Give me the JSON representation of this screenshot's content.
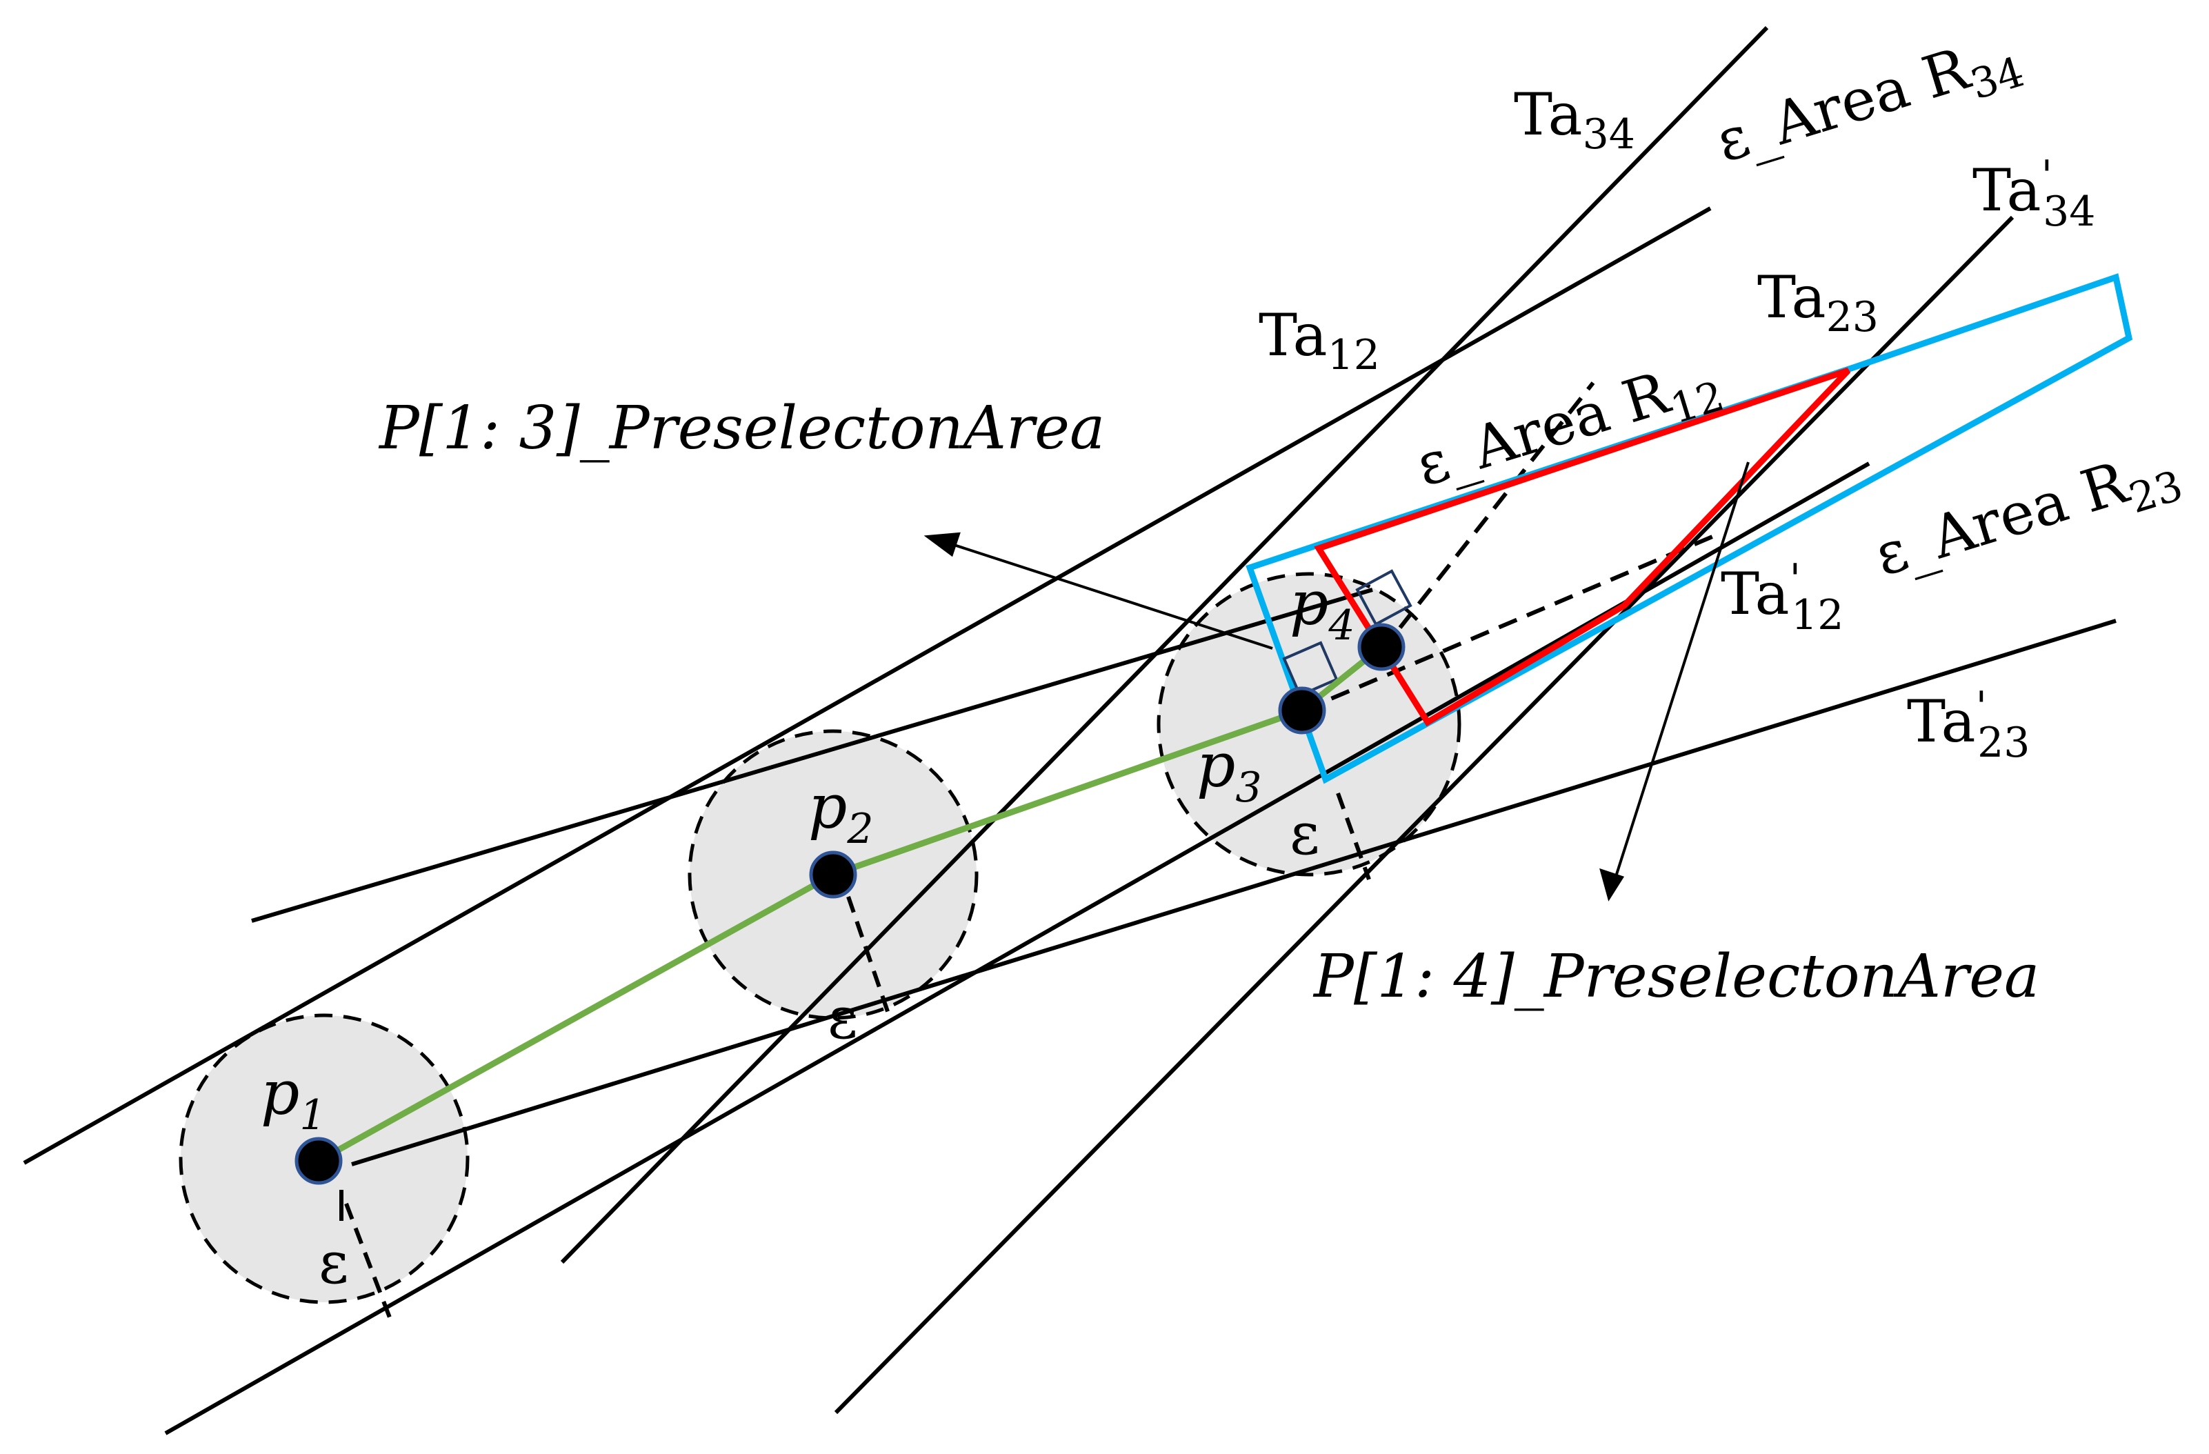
{
  "points": [
    {
      "letter": "p",
      "index": "1"
    },
    {
      "letter": "p",
      "index": "2"
    },
    {
      "letter": "p",
      "index": "3"
    },
    {
      "letter": "p",
      "index": "4"
    }
  ],
  "epsilon": "ε",
  "tangent_labels": {
    "ta12": {
      "base": "Ta",
      "sub": "12"
    },
    "ta34": {
      "base": "Ta",
      "sub": "34"
    },
    "ta23": {
      "base": "Ta",
      "sub": "23"
    },
    "ta12p": {
      "base": "Ta",
      "prime": "'",
      "sub": "12"
    },
    "ta23p": {
      "base": "Ta",
      "prime": "'",
      "sub": "23"
    },
    "ta34p": {
      "base": "Ta",
      "prime": "'",
      "sub": "34"
    }
  },
  "area_labels": {
    "r12": {
      "text": "ε_Area R",
      "sub": "12"
    },
    "r23": {
      "text": "ε_Area R",
      "sub": "23"
    },
    "r34": {
      "text": "ε_Area R",
      "sub": "34"
    }
  },
  "preselection_labels": {
    "p13": "P[1: 3]_PreselectonArea",
    "p14": "P[1: 4]_PreselectonArea"
  },
  "colors": {
    "path": "#70ad47",
    "p14_area": "#ff0000",
    "p13_area": "#00b0f0",
    "circle_fill": "#e6e6e6",
    "point_fill": "#000000",
    "point_stroke": "#2f5597",
    "line": "#000000"
  }
}
